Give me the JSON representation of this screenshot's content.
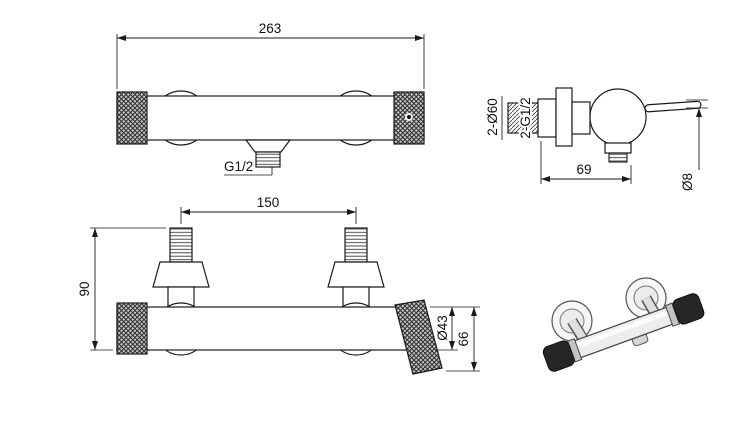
{
  "sheet": {
    "background": "#ffffff",
    "line_color": "#1a1a1a"
  },
  "views": {
    "front": {
      "overall_width": "263",
      "outlet_thread": "G1/2"
    },
    "side": {
      "flange_diameter": "2-Ø60",
      "inlet_thread": "2-G1/2",
      "wall_depth": "69",
      "lever_diameter": "Ø8"
    },
    "rear": {
      "inlet_spacing": "150",
      "overall_height": "90",
      "body_diameter": "Ø43",
      "end_depth": "66"
    }
  }
}
